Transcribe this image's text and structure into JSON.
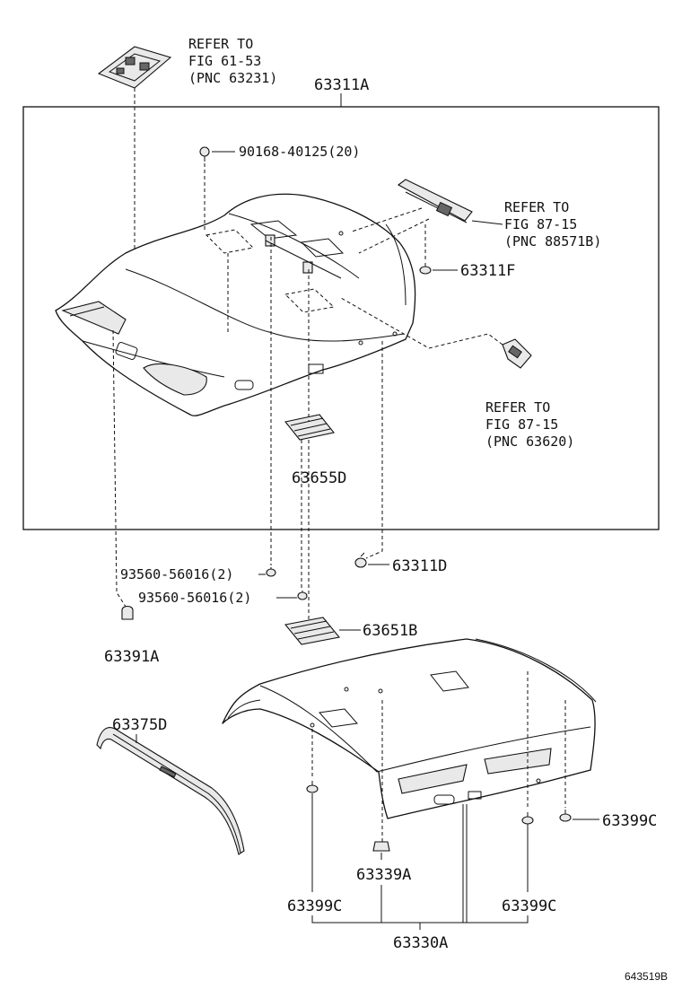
{
  "frame_label": "63311A",
  "top_refer": {
    "line1": "REFER TO",
    "line2": "FIG 61-53",
    "line3": "(PNC 63231)"
  },
  "refer_88571": {
    "line1": "REFER TO",
    "line2": "FIG 87-15",
    "line3": "(PNC 88571B)"
  },
  "refer_63620": {
    "line1": "REFER TO",
    "line2": "FIG 87-15",
    "line3": "(PNC 63620)"
  },
  "parts": {
    "clip_top": "90168-40125(20)",
    "p63311f": "63311F",
    "p63655d": "63655D",
    "p63311d": "63311D",
    "screw_a": "93560-56016(2)",
    "screw_b": "93560-56016(2)",
    "p63651b": "63651B",
    "p63391a": "63391A",
    "p63375d": "63375D",
    "p63399c_right": "63399C",
    "p63339a": "63339A",
    "p63399c_left": "63399C",
    "p63399c_mid": "63399C",
    "p63330a": "63330A"
  },
  "diagram_id": "643519B"
}
